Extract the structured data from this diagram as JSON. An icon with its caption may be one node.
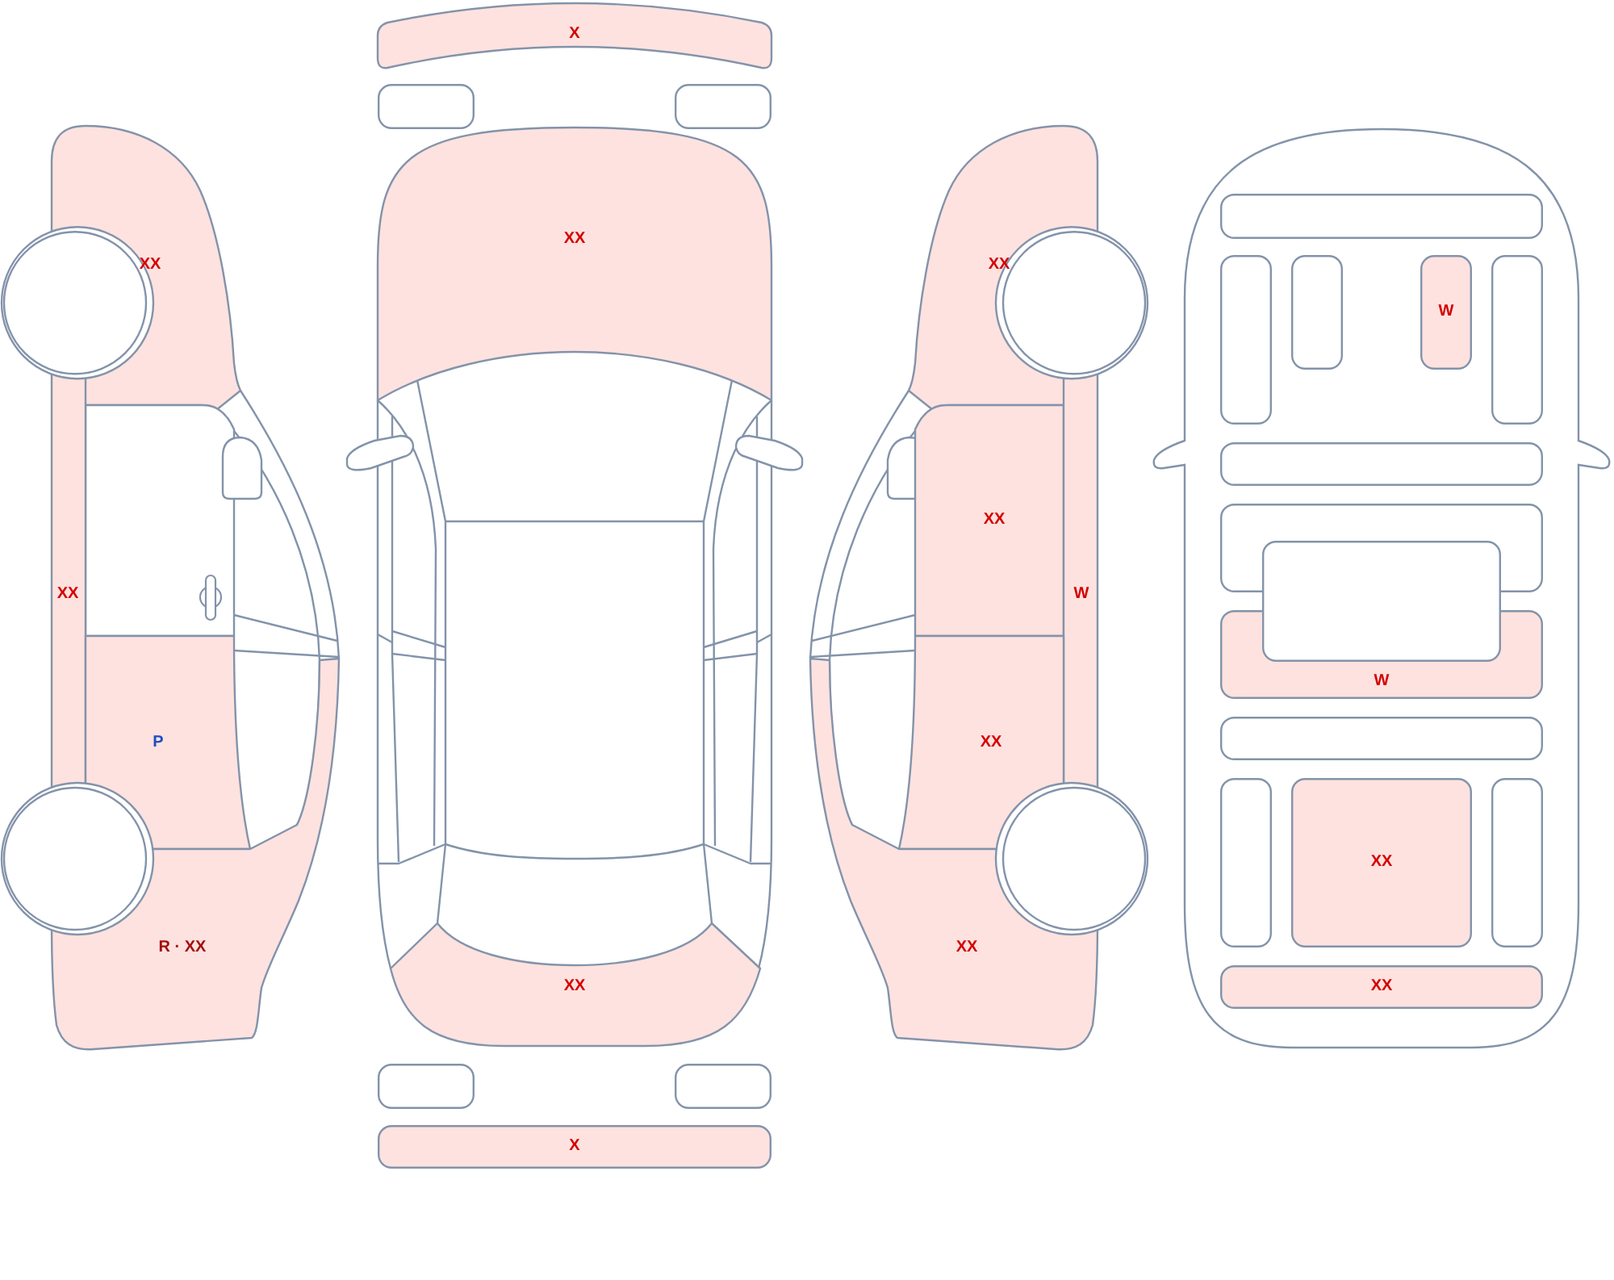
{
  "diagram": {
    "nodes": [
      {
        "text": [
          "XX"
        ]
      },
      {
        "text": [],
        "shape": "box"
      },
      {
        "text": [
          "XX"
        ]
      },
      {
        "text": [
          "P"
        ]
      },
      {
        "text": [
          "R · XX"
        ]
      },
      {
        "text": [
          "X"
        ]
      },
      {
        "text": [],
        "shape": "box"
      },
      {
        "text": [],
        "shape": "box"
      },
      {
        "text": [
          "XX"
        ]
      },
      {
        "text": [
          "XX"
        ]
      },
      {
        "text": [],
        "shape": "box"
      },
      {
        "text": [],
        "shape": "box"
      },
      {
        "text": [
          "X"
        ]
      },
      {
        "text": [
          "XX"
        ]
      },
      {
        "text": [
          "XX"
        ]
      },
      {
        "text": [
          "W"
        ]
      },
      {
        "text": [
          "XX"
        ]
      },
      {
        "text": [
          "XX"
        ]
      },
      {
        "text": [],
        "shape": "box"
      },
      {
        "text": [],
        "shape": "box"
      },
      {
        "text": [],
        "shape": "box"
      },
      {
        "text": [
          "W"
        ]
      },
      {
        "text": [],
        "shape": "box"
      },
      {
        "text": [],
        "shape": "box"
      },
      {
        "text": [],
        "shape": "box"
      },
      {
        "text": [],
        "shape": "box"
      },
      {
        "text": [
          "W"
        ]
      },
      {
        "text": [],
        "shape": "box"
      },
      {
        "text": [],
        "shape": "box"
      },
      {
        "text": [
          "XX"
        ]
      },
      {
        "text": [],
        "shape": "box"
      },
      {
        "text": [
          "XX"
        ]
      }
    ]
  }
}
